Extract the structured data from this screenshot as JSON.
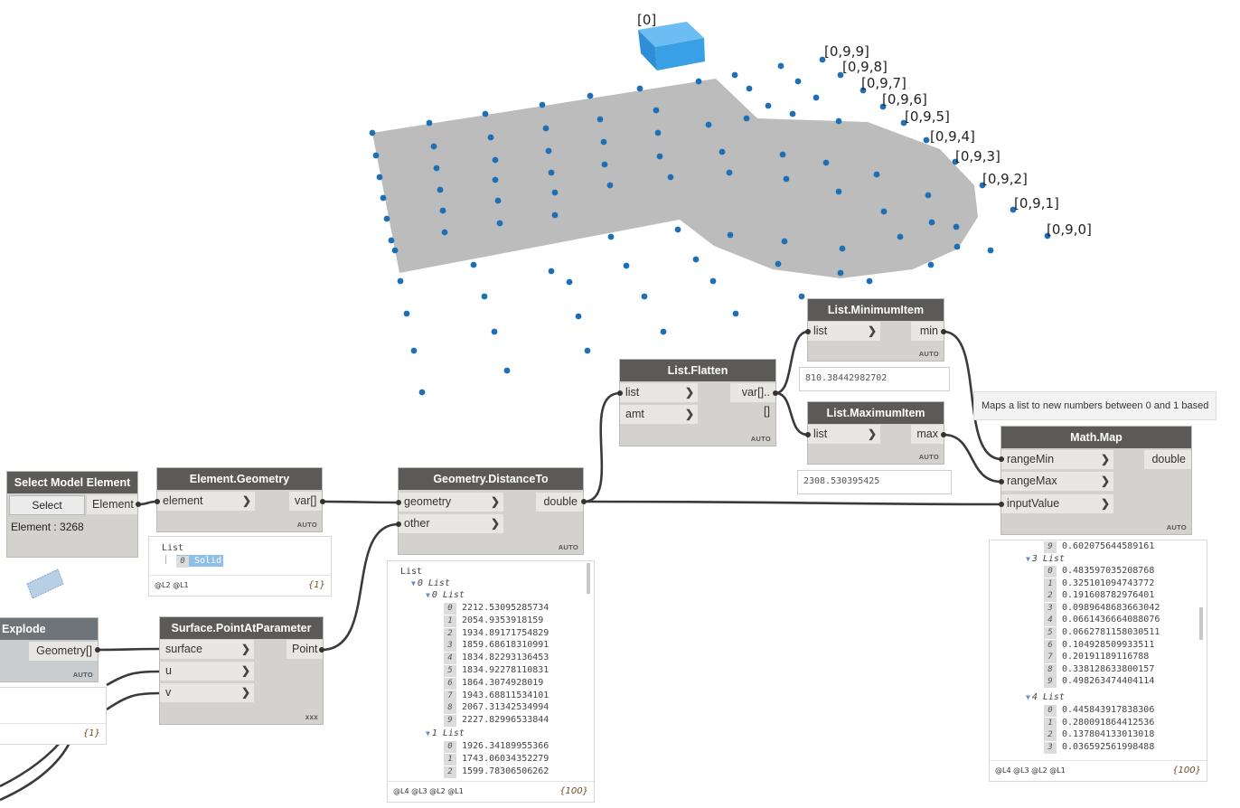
{
  "viewport": {
    "label_0": "[0]",
    "point_labels": [
      "[0,9,9]",
      "[0,9,8]",
      "[0,9,7]",
      "[0,9,6]",
      "[0,9,5]",
      "[0,9,4]",
      "[0,9,3]",
      "[0,9,2]",
      "[0,9,1]",
      "[0,9,0]"
    ]
  },
  "colors": {
    "point": "#1f6fb5",
    "surface": "#bcbcbc",
    "cube": "#3aa0e6",
    "wire": "#3a3a3a"
  },
  "nodes": {
    "select_model": {
      "title": "Select Model Element",
      "button": "Select",
      "output": "Element",
      "info": "Element : 3268"
    },
    "element_geometry": {
      "title": "Element.Geometry",
      "input": "element",
      "output": "var[]",
      "lacing": "AUTO"
    },
    "geometry_distance": {
      "title": "Geometry.DistanceTo",
      "inputs": [
        "geometry",
        "other"
      ],
      "output": "double",
      "lacing": "AUTO"
    },
    "list_flatten": {
      "title": "List.Flatten",
      "inputs": [
        "list",
        "amt"
      ],
      "output": "var[]..[]",
      "lacing": "AUTO"
    },
    "list_min": {
      "title": "List.MinimumItem",
      "input": "list",
      "output": "min",
      "lacing": "AUTO",
      "value": "810.38442982702"
    },
    "list_max": {
      "title": "List.MaximumItem",
      "input": "list",
      "output": "max",
      "lacing": "AUTO",
      "value": "2308.530395425"
    },
    "math_map": {
      "title": "Math.Map",
      "inputs": [
        "rangeMin",
        "rangeMax",
        "inputValue"
      ],
      "output": "double",
      "lacing": "AUTO"
    },
    "explode": {
      "title": "Explode",
      "output": "Geometry[]",
      "lacing": "AUTO"
    },
    "surface_pap": {
      "title": "Surface.PointAtParameter",
      "inputs": [
        "surface",
        "u",
        "v"
      ],
      "output": "Point",
      "lacing": "XXX"
    }
  },
  "tooltip": "Maps a list to new numbers between 0 and 1 based",
  "watch_geometry": {
    "header": "List",
    "item_index": "0",
    "item_value": "Solid",
    "levels": "@L2 @L1",
    "count": "{1}"
  },
  "watch_distance": {
    "header": "List",
    "l0": "0 List",
    "l1": "0 List",
    "values0": [
      "2212.53095285734",
      "2054.9353918159",
      "1934.89171754829",
      "1859.68618310991",
      "1834.82293136453",
      "1834.92278110831",
      "1864.3074928019",
      "1943.68811534101",
      "2067.31342534994",
      "2227.82996533844"
    ],
    "l1b": "1 List",
    "values1": [
      "1926.34189955366",
      "1743.06034352279",
      "1599.78306506262"
    ],
    "levels": "@L4 @L3 @L2 @L1",
    "count": "{100}"
  },
  "watch_map": {
    "top_index": "9",
    "top_value": "0.602075644589161",
    "l3": "3 List",
    "values3": [
      "0.483597035208768",
      "0.325101094743772",
      "0.191608782976401",
      "0.0989648683663042",
      "0.0661436664088076",
      "0.0662781158030511",
      "0.104928509933511",
      "0.20191189116788",
      "0.338128633800157",
      "0.498263474404114"
    ],
    "l4": "4 List",
    "values4": [
      "0.445843917838306",
      "0.280091864412536",
      "0.137804133013018",
      "0.036592561998488"
    ],
    "levels": "@L4 @L3 @L2 @L1",
    "count": "{100}"
  },
  "watch_small": {
    "count": "{1}"
  }
}
